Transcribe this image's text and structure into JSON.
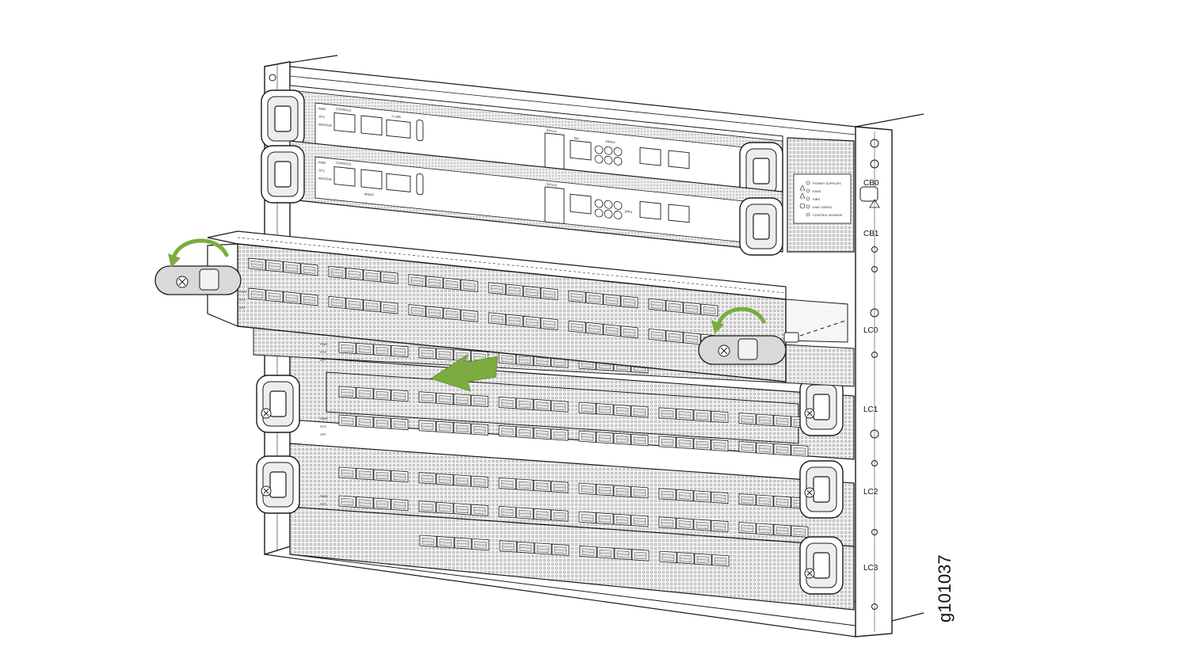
{
  "figure_id": "g101037",
  "slot_labels": {
    "cb0": "CB0",
    "cb1": "CB1",
    "lc0": "LC0",
    "lc1": "LC1",
    "lc2": "LC2",
    "lc3": "LC3"
  },
  "control_board": {
    "leds": [
      "PWR",
      "STS",
      "MASTER"
    ],
    "ports": [
      "CONSOLE",
      "MGMT",
      "1 LINK"
    ],
    "sync_ports": [
      "BITS-A",
      "BITS-B",
      "ToD",
      "10MHz",
      "1PPS"
    ]
  },
  "line_card": {
    "leds": [
      "PWR",
      "STS",
      "OFF"
    ]
  },
  "status_panel": {
    "items": [
      "POWER SUPPLIES",
      "FANS",
      "SIBS",
      "LINE CARDS",
      "CONTROL BOARDS"
    ]
  },
  "action": {
    "type": "remove-line-card",
    "target_slot": "LC0"
  },
  "colors": {
    "arrow": "#7cac3f",
    "outline": "#1a1a1a",
    "handle": "#d9d9d9",
    "panel": "#f4f4f4",
    "mesh": "#b8b8b8",
    "background": "#ffffff"
  }
}
